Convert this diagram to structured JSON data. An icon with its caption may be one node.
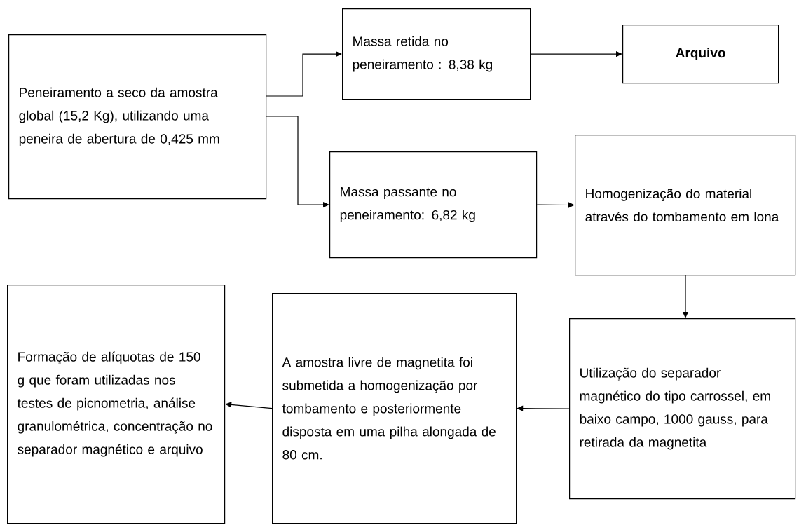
{
  "diagram": {
    "nodes": [
      {
        "text": [
          "Peneiramento a seco da amostra global (15,2 Kg), utilizando uma peneira de abertura de 0,425 mm"
        ]
      },
      {
        "text": [
          "Massa retida no peneiramento : 8,38 kg"
        ]
      },
      {
        "text": [
          "Arquivo"
        ]
      },
      {
        "text": [
          "Massa passante no peneiramento: 6,82 kg"
        ]
      },
      {
        "text": [
          "Homogenização do material através do tombamento em lona"
        ]
      },
      {
        "text": [
          "Utilização do separador magnético do tipo carrossel, em baixo campo, 1000 gauss, para retirada da magnetita"
        ]
      },
      {
        "text": [
          "A amostra livre de magnetita foi submetida a homogenização por tombamento e posteriormente disposta em uma pilha alongada de 80 cm."
        ]
      },
      {
        "text": [
          "Formação de alíquotas de 150 g que foram utilizadas nos testes de picnometria, análise granulométrica, concentração no separador magnético e arquivo"
        ]
      }
    ],
    "edges": [
      {
        "from": 0,
        "to": 1,
        "arrow": "to"
      },
      {
        "from": 0,
        "to": 3,
        "arrow": "to"
      },
      {
        "from": 1,
        "to": 2,
        "arrow": "to"
      },
      {
        "from": 3,
        "to": 4,
        "arrow": "to"
      },
      {
        "from": 4,
        "to": 5,
        "arrow": "to"
      },
      {
        "from": 5,
        "to": 6,
        "arrow": "to"
      },
      {
        "from": 6,
        "to": 7,
        "arrow": "to"
      }
    ]
  }
}
